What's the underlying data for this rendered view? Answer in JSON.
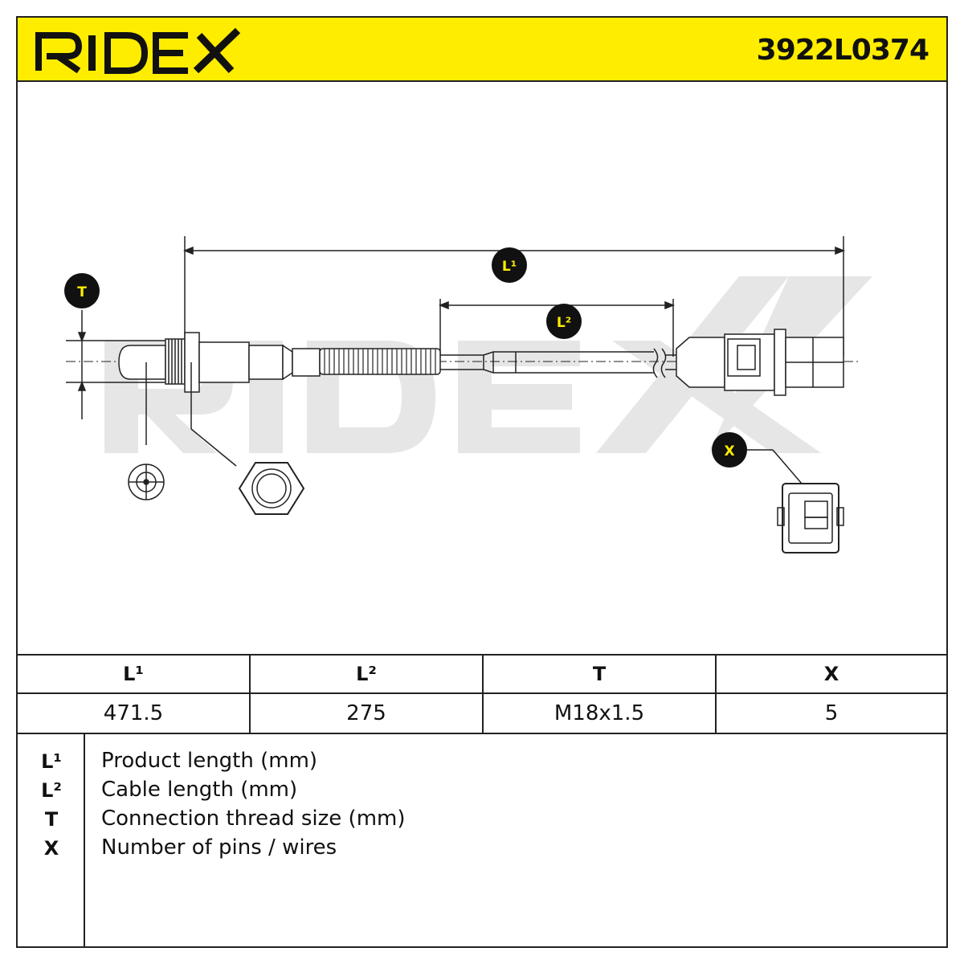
{
  "header": {
    "brand": "RIDEX",
    "part_number": "3922L0374",
    "colors": {
      "brand_yellow": "#ffed00",
      "ink": "#111111",
      "watermark": "#e6e6e6"
    }
  },
  "drawing": {
    "labels": {
      "l1": "L¹",
      "l2": "L²",
      "t": "T",
      "x": "X"
    }
  },
  "specs": {
    "columns": [
      {
        "header": "L¹",
        "value": "471.5"
      },
      {
        "header": "L²",
        "value": "275"
      },
      {
        "header": "T",
        "value": "M18x1.5"
      },
      {
        "header": "X",
        "value": "5"
      }
    ]
  },
  "legend": {
    "items": [
      {
        "key": "L¹",
        "desc": "Product length (mm)"
      },
      {
        "key": "L²",
        "desc": "Cable length (mm)"
      },
      {
        "key": "T",
        "desc": "Connection thread size (mm)"
      },
      {
        "key": "X",
        "desc": "Number of pins / wires"
      }
    ]
  }
}
